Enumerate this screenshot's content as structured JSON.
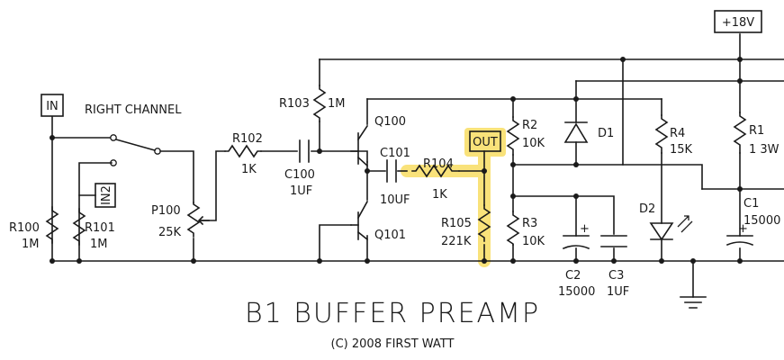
{
  "title": "B1 BUFFER PREAMP",
  "copyright": "(C) 2008 FIRST WATT",
  "highlight_color": "#f9e27a",
  "labels": {
    "in": "IN",
    "in2": "IN2",
    "out": "OUT",
    "supply": "+18V",
    "channel": "RIGHT CHANNEL"
  },
  "components": {
    "r100": {
      "name": "R100",
      "value": "1M"
    },
    "r101": {
      "name": "R101",
      "value": "1M"
    },
    "p100": {
      "name": "P100",
      "value": "25K"
    },
    "r102": {
      "name": "R102",
      "value": "1K"
    },
    "c100": {
      "name": "C100",
      "value": "1UF"
    },
    "r103": {
      "name": "R103",
      "value": "1M"
    },
    "q100": {
      "name": "Q100"
    },
    "q101": {
      "name": "Q101"
    },
    "c101": {
      "name": "C101",
      "value": "10UF"
    },
    "r104": {
      "name": "R104",
      "value": "1K"
    },
    "r105": {
      "name": "R105",
      "value": "221K"
    },
    "r2": {
      "name": "R2",
      "value": "10K"
    },
    "r3": {
      "name": "R3",
      "value": "10K"
    },
    "d1": {
      "name": "D1"
    },
    "r4": {
      "name": "R4",
      "value": "15K"
    },
    "d2": {
      "name": "D2"
    },
    "r1": {
      "name": "R1",
      "value": "1 3W"
    },
    "c1": {
      "name": "C1",
      "value": "15000"
    },
    "c2": {
      "name": "C2",
      "value": "15000"
    },
    "c3": {
      "name": "C3",
      "value": "1UF"
    }
  }
}
